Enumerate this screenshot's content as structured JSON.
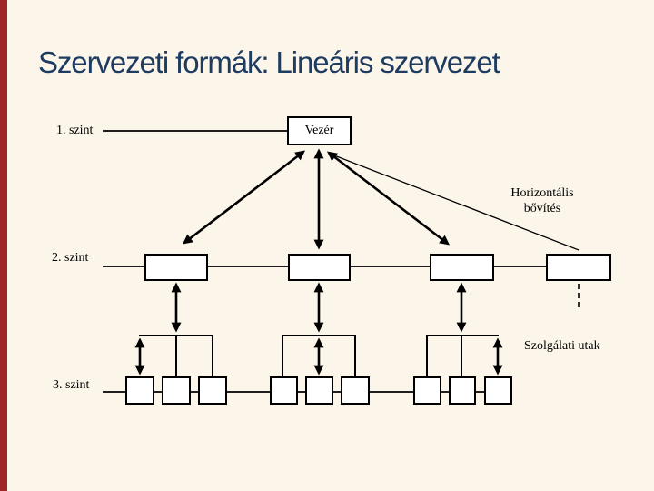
{
  "slide": {
    "title": "Szervezeti formák: Lineáris szervezet",
    "background_color": "#FCF6EA",
    "accent_bar_color": "#9E2626",
    "title_color": "#1E3C61"
  },
  "diagram": {
    "root_label": "Vezér",
    "level_labels": [
      "1. szint",
      "2. szint",
      "3. szint"
    ],
    "level2_unit_count": 4,
    "level3_unit_count": 9,
    "annotations": {
      "horizontal_expansion": "Horizontális bővítés",
      "service_paths": "Szolgálati utak"
    },
    "line_color": "#000000"
  }
}
